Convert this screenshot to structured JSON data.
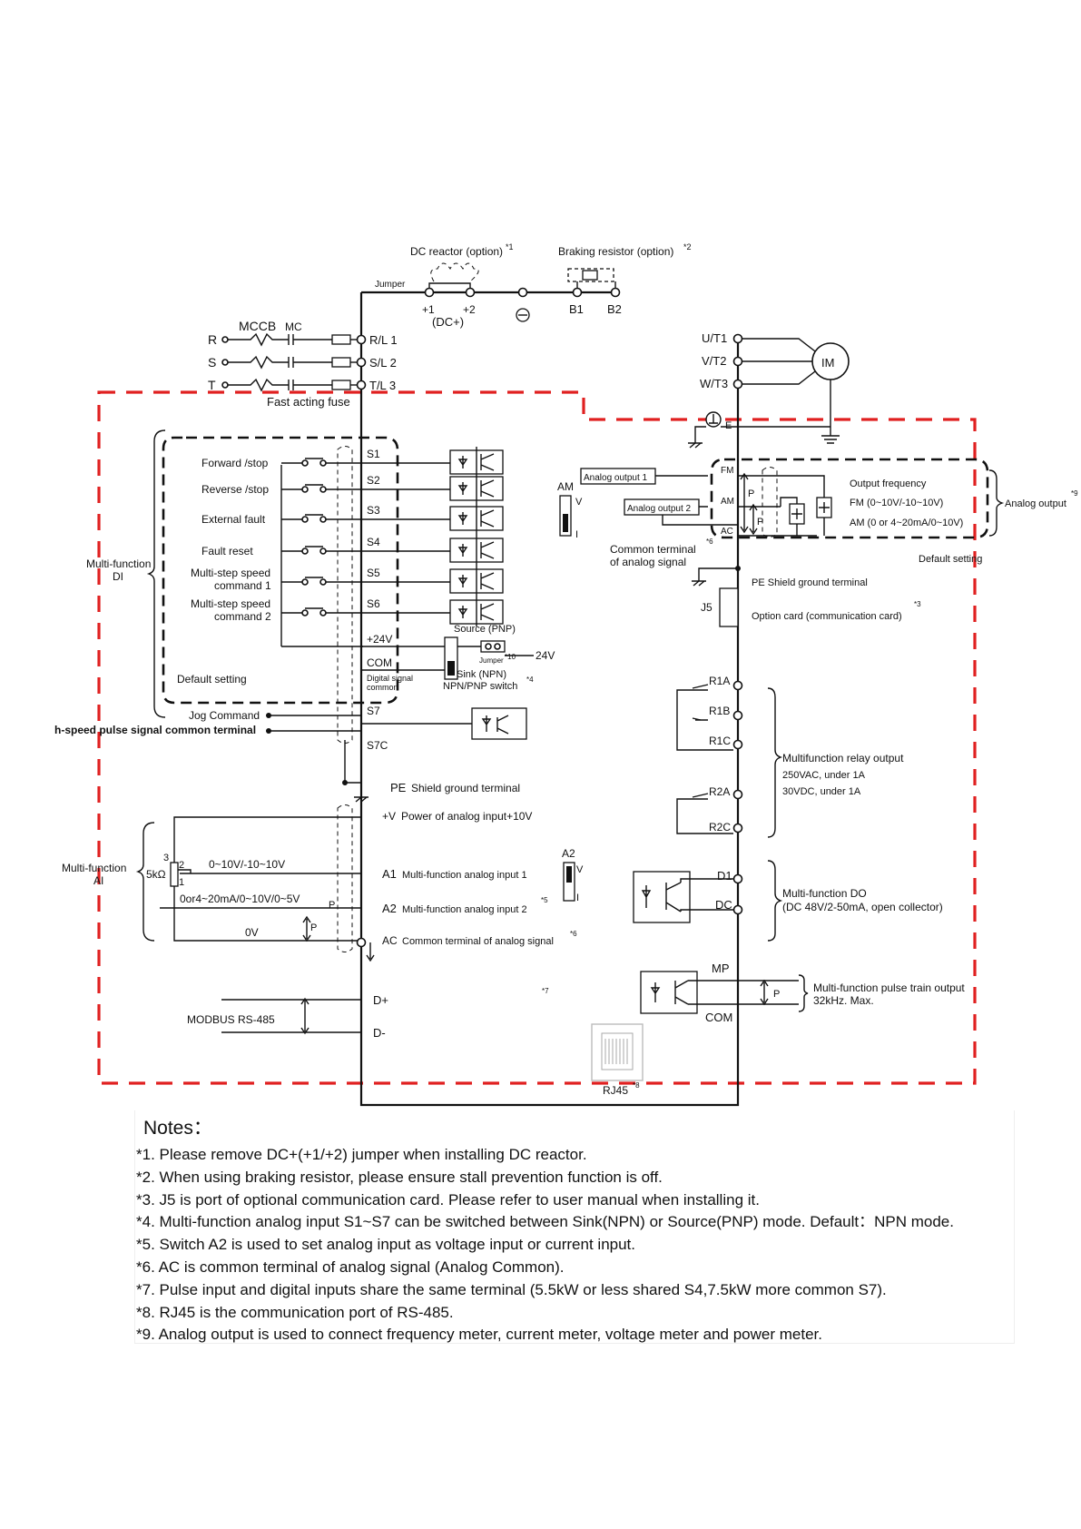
{
  "diagram": {
    "top": {
      "dc_reactor": "DC reactor (option)",
      "dc_reactor_note": "*1",
      "braking_resistor": "Braking resistor (option)",
      "braking_resistor_note": "*2",
      "jumper": "Jumper",
      "t_plus1": "+1",
      "t_plus2": "+2",
      "dc_plus": "(DC+)",
      "b1": "B1",
      "b2": "B2"
    },
    "power_input": {
      "mccb": "MCCB",
      "mc": "MC",
      "r": "R",
      "s": "S",
      "t": "T",
      "rl1": "R/L 1",
      "sl2": "S/L 2",
      "tl3": "T/L 3",
      "fuse": "Fast acting fuse"
    },
    "motor": {
      "u": "U/T1",
      "v": "V/T2",
      "w": "W/T3",
      "im": "IM",
      "e": "E"
    },
    "digital_inputs": {
      "group_label_1": "Multi-function",
      "group_label_2": "DI",
      "default_setting": "Default setting",
      "items": [
        {
          "label": "Forward /stop",
          "terminal": "S1"
        },
        {
          "label": "Reverse /stop",
          "terminal": "S2"
        },
        {
          "label": "External fault",
          "terminal": "S3"
        },
        {
          "label": "Fault reset",
          "terminal": "S4"
        },
        {
          "label": "Multi-step speed",
          "label2": "command 1",
          "terminal": "S5"
        },
        {
          "label": "Multi-step speed",
          "label2": "command 2",
          "terminal": "S6"
        }
      ],
      "plus24v": "+24V",
      "com": "COM",
      "digital_common_1": "Digital signal",
      "digital_common_2": "common",
      "source_pnp": "Source (PNP)",
      "jumper": "Jumper",
      "jumper_note": "*10",
      "v24": "24V",
      "sink_npn": "Sink (NPN)",
      "npn_pnp_switch": "NPN/PNP switch",
      "switch_note": "*4",
      "jog": "Jog Command",
      "s7": "S7",
      "pulse_common": "h-speed pulse signal common terminal",
      "s7c": "S7C"
    },
    "analog_in": {
      "pe": "PE",
      "pe_label": "Shield ground terminal",
      "plus_v": "+V",
      "plus_v_label": "Power of analog input+10V",
      "group_label_1": "Multi-function",
      "group_label_2": "AI",
      "pot_3": "3",
      "pot_2": "2",
      "pot_1": "1",
      "pot": "5kΩ",
      "range1": "0~10V/-10~10V",
      "range2": "0or4~20mA/0~10V/0~5V",
      "p": "P",
      "zero_v": "0V",
      "a1": "A1",
      "a1_label": "Multi-function analog input 1",
      "a2": "A2",
      "a2_label": "Multi-function analog input 2",
      "a2_note": "*5",
      "ac": "AC",
      "ac_label": "Common terminal of analog signal",
      "ac_note": "*6",
      "a2_switch": "A2",
      "sw_v": "V",
      "sw_i": "I"
    },
    "rs485": {
      "label": "MODBUS RS-485",
      "d_plus": "D+",
      "d_minus": "D-",
      "note7": "*7",
      "rj45": "RJ45",
      "rj45_note": "*8"
    },
    "analog_out": {
      "am_switch": "AM",
      "sw_v": "V",
      "sw_i": "I",
      "ao1": "Analog output 1",
      "ao2": "Analog output 2",
      "fm": "FM",
      "am": "AM",
      "ac": "AC",
      "p": "P",
      "out_freq": "Output frequency",
      "fm_range": "FM (0~10V/-10~10V)",
      "am_range": "AM (0 or 4~20mA/0~10V)",
      "analog_output": "Analog output",
      "ao_note": "*9",
      "common_1": "Common terminal",
      "common_2": "of analog signal",
      "common_note": "*6",
      "default_setting": "Default setting"
    },
    "option": {
      "pe_label": "PE Shield ground terminal",
      "j5": "J5",
      "option_card": "Option card (communication card)",
      "note3": "*3"
    },
    "relay": {
      "r1a": "R1A",
      "r1b": "R1B",
      "r1c": "R1C",
      "r2a": "R2A",
      "r2c": "R2C",
      "label1": "Multifunction relay output",
      "label2": "250VAC, under 1A",
      "label3": "30VDC, under 1A"
    },
    "do": {
      "d1": "D1",
      "dc": "DC",
      "label1": "Multi-function DO",
      "label2": "(DC 48V/2-50mA, open collector)"
    },
    "pulse_out": {
      "mp": "MP",
      "com": "COM",
      "p": "P",
      "label1": "Multi-function pulse train output",
      "label2": "32kHz. Max."
    }
  },
  "notes": {
    "title": "Notes：",
    "items": [
      "*1. Please remove DC+(+1/+2) jumper when installing DC reactor.",
      "*2. When using braking resistor, please ensure stall prevention function is off.",
      "*3. J5 is port of optional communication card. Please refer to user manual when installing it.",
      "*4. Multi-function analog input S1~S7 can be switched between Sink(NPN) or Source(PNP) mode. Default：NPN mode.",
      "*5. Switch A2 is used to set analog input as voltage input or current input.",
      "*6. AC is common terminal of analog signal (Analog Common).",
      "*7. Pulse input and digital inputs share the same terminal (5.5kW or less shared S4,7.5kW more common S7).",
      "*8. RJ45 is the communication port of RS-485.",
      "*9. Analog output is used to connect frequency meter, current meter, voltage meter and power meter."
    ]
  }
}
